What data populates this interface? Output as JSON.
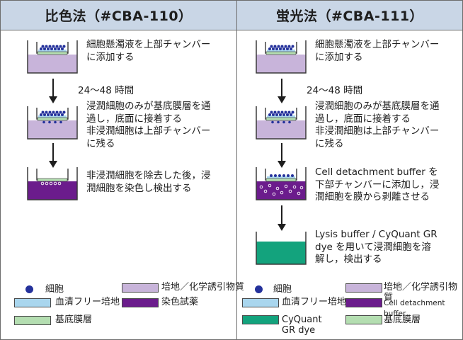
{
  "left": {
    "title": "比色法（#CBA-110）",
    "steps": [
      "細胞懸濁液を上部チャンバー\nに添加する",
      "浸潤細胞のみが基底膜層を通\n過し，底面に接着する\n非浸潤細胞は上部チャンバー\nに残る",
      "非浸潤細胞を除去した後，浸\n潤細胞を染色し検出する"
    ],
    "time_label": "24～48 時間",
    "legend": {
      "cell": "細胞",
      "serum_free": "血清フリー培地",
      "membrane": "基底膜層",
      "medium": "培地／化学誘引物質",
      "stain": "染色試薬"
    }
  },
  "right": {
    "title": "蛍光法（#CBA-111）",
    "steps": [
      "細胞懸濁液を上部チャンバー\nに添加する",
      "浸潤細胞のみが基底膜層を通\n過し，底面に接着する\n非浸潤細胞は上部チャンバー\nに残る",
      "Cell detachment buffer を\n下部チャンバーに添加し，浸\n潤細胞を膜から剥離させる",
      "Lysis buffer / CyQuant GR\ndye を用いて浸潤細胞を溶\n解し，検出する"
    ],
    "time_label": "24～48 時間",
    "legend": {
      "cell": "細胞",
      "serum_free": "血清フリー培地",
      "cyquant": "CyQuant\nGR dye",
      "medium": "培地／化学誘引物質",
      "detach": "Cell detachment buffer",
      "membrane": "基底膜層"
    }
  },
  "colors": {
    "cell": "#24319b",
    "serum_free": "#a9d6ee",
    "membrane": "#b4deb1",
    "medium": "#c8b4da",
    "stain": "#6b1c8c",
    "cyquant": "#13a37d",
    "header": "#c9d6e6"
  }
}
